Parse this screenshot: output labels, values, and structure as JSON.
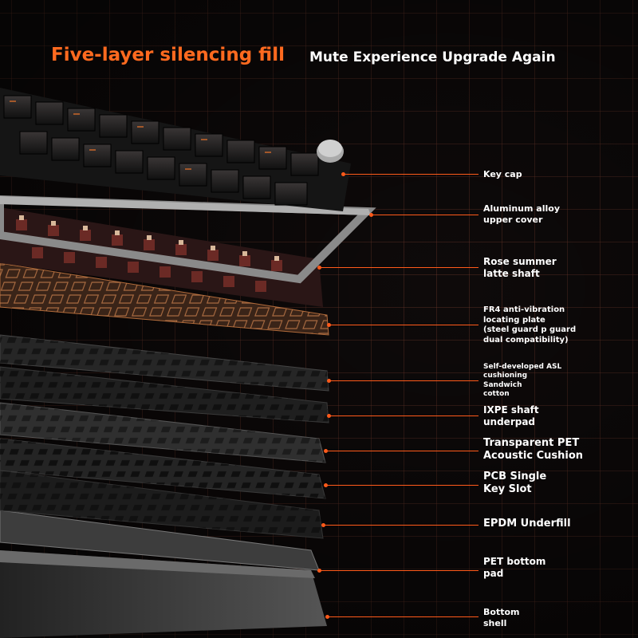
{
  "header": {
    "title": "Five-layer silencing fill",
    "subtitle": "Mute Experience Upgrade Again"
  },
  "layers": [
    {
      "id": "key-cap",
      "label": "Key cap"
    },
    {
      "id": "upper-cover",
      "label": "Aluminum alloy\nupper cover"
    },
    {
      "id": "shaft",
      "label": "Rose summer\nlatte shaft"
    },
    {
      "id": "fr4-plate",
      "label": "FR4 anti-vibration\nlocating plate\n(steel guard p guard\ndual compatibility)"
    },
    {
      "id": "asl-cotton",
      "label": "Self-developed ASL\ncushioning\nSandwich\ncotton"
    },
    {
      "id": "ixpe-underpad",
      "label": "IXPE shaft\nunderpad"
    },
    {
      "id": "pet-cushion",
      "label": "Transparent PET\nAcoustic Cushion"
    },
    {
      "id": "pcb",
      "label": "PCB Single\nKey Slot"
    },
    {
      "id": "epdm",
      "label": "EPDM Underfill"
    },
    {
      "id": "pet-bottom",
      "label": "PET bottom\npad"
    },
    {
      "id": "bottom-shell",
      "label": "Bottom\nshell"
    }
  ],
  "colors": {
    "accent": "#ff6a1f",
    "background": "#0e0a0a",
    "leader": "#ff5a1a"
  }
}
